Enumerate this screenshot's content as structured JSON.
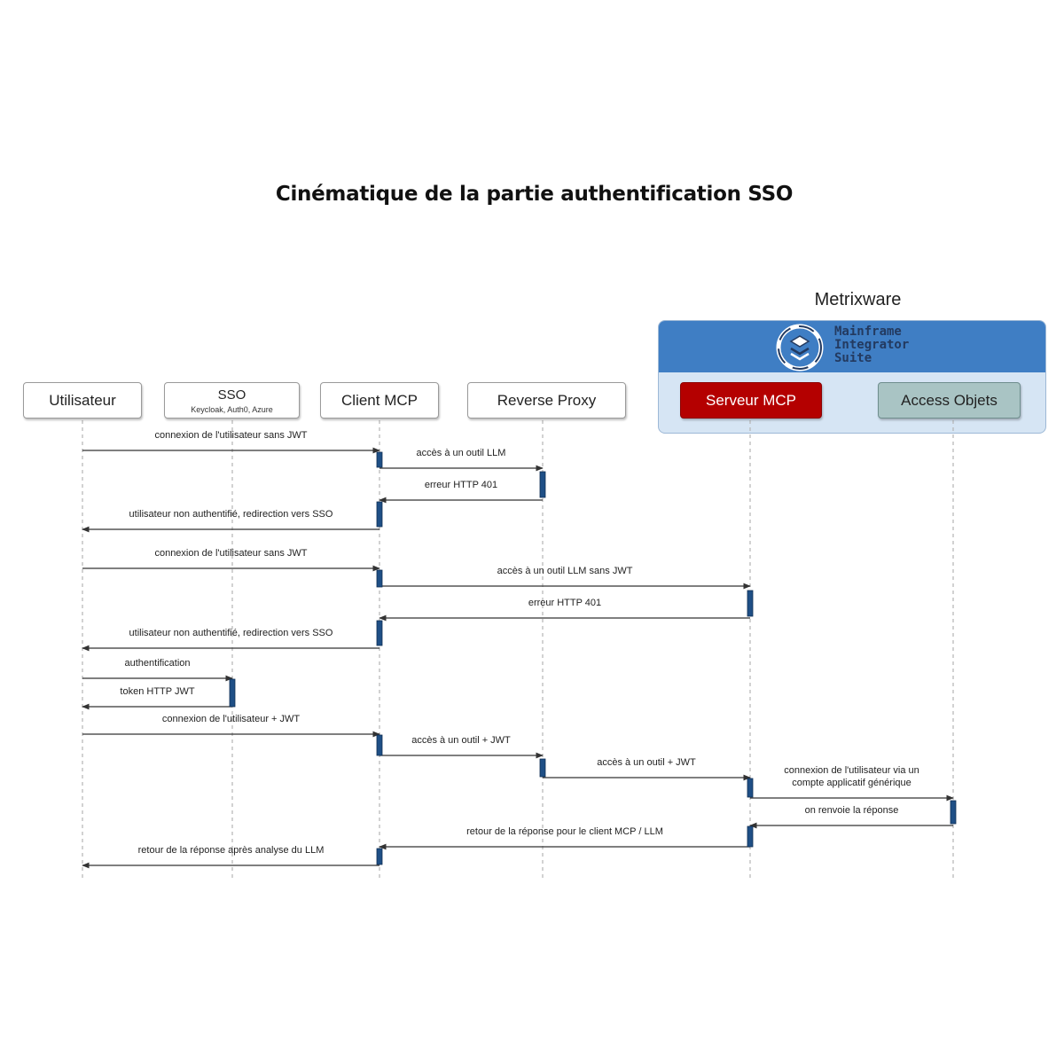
{
  "title": "Cinématique de la partie authentification SSO",
  "group": {
    "label": "Metrixware",
    "brand": {
      "line1": "Mainframe",
      "line2": "Integrator",
      "line3": "Suite"
    }
  },
  "actors": {
    "utilisateur": "Utilisateur",
    "sso": {
      "label": "SSO",
      "sub": "Keycloak, Auth0, Azure"
    },
    "client_mcp": "Client MCP",
    "reverse_proxy": "Reverse Proxy",
    "serveur_mcp": "Serveur MCP",
    "access_objets": "Access Objets"
  },
  "colors": {
    "header_blue": "#3f7ec4",
    "group_fill": "#d6e5f4",
    "serveur_red": "#b40000",
    "access_teal": "#a9c4c4",
    "activation": "#1f4f86"
  },
  "messages": [
    {
      "text": "connexion de l'utilisateur sans JWT",
      "from": "utilisateur",
      "to": "client_mcp"
    },
    {
      "text": "accès à un outil LLM",
      "from": "client_mcp",
      "to": "reverse_proxy"
    },
    {
      "text": "erreur HTTP 401",
      "from": "reverse_proxy",
      "to": "client_mcp"
    },
    {
      "text": "utilisateur non authentifié, redirection vers SSO",
      "from": "client_mcp",
      "to": "utilisateur"
    },
    {
      "text": "connexion de l'utilisateur sans JWT",
      "from": "utilisateur",
      "to": "client_mcp"
    },
    {
      "text": "accès à un outil LLM sans JWT",
      "from": "client_mcp",
      "to": "serveur_mcp"
    },
    {
      "text": "erreur HTTP 401",
      "from": "serveur_mcp",
      "to": "client_mcp"
    },
    {
      "text": "utilisateur non authentifié, redirection vers SSO",
      "from": "client_mcp",
      "to": "utilisateur"
    },
    {
      "text": "authentification",
      "from": "utilisateur",
      "to": "sso"
    },
    {
      "text": "token HTTP JWT",
      "from": "sso",
      "to": "utilisateur"
    },
    {
      "text": "connexion de l'utilisateur + JWT",
      "from": "utilisateur",
      "to": "client_mcp"
    },
    {
      "text": "accès à un outil + JWT",
      "from": "client_mcp",
      "to": "reverse_proxy"
    },
    {
      "text": "accès à un outil + JWT",
      "from": "reverse_proxy",
      "to": "serveur_mcp"
    },
    {
      "text": [
        "connexion de l'utilisateur via un",
        "compte applicatif générique"
      ],
      "from": "serveur_mcp",
      "to": "access_objets"
    },
    {
      "text": "on renvoie la réponse",
      "from": "access_objets",
      "to": "serveur_mcp"
    },
    {
      "text": "retour de la réponse pour le client MCP / LLM",
      "from": "serveur_mcp",
      "to": "client_mcp"
    },
    {
      "text": "retour de la réponse après analyse du LLM",
      "from": "client_mcp",
      "to": "utilisateur"
    }
  ]
}
